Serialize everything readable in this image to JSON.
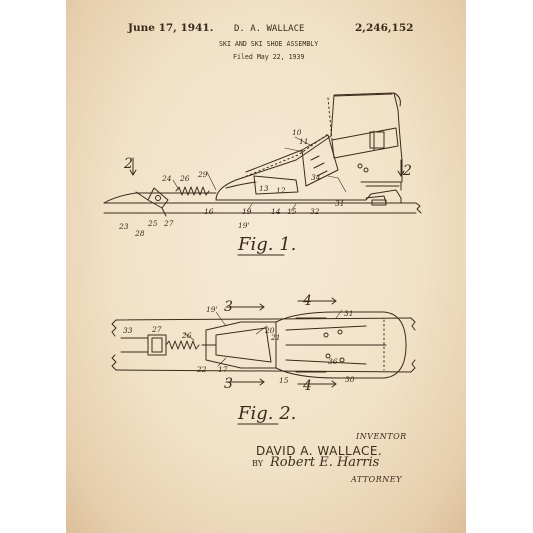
{
  "header": {
    "date": "June 17, 1941.",
    "inventor_short": "D. A. WALLACE",
    "patent_number": "2,246,152",
    "title": "SKI AND SKI SHOE ASSEMBLY",
    "filed": "Filed May 22, 1939"
  },
  "figures": {
    "fig1_label": "Fig. 1.",
    "fig2_label": "Fig. 2."
  },
  "section_marks": {
    "fig1_left": "2",
    "fig1_right": "2",
    "fig2_a": "3",
    "fig2_b": "4"
  },
  "reference_numerals": {
    "fig1": [
      "10",
      "11",
      "12",
      "13",
      "34",
      "29",
      "24",
      "26",
      "16",
      "19",
      "14",
      "15",
      "32",
      "31",
      "23",
      "25",
      "27",
      "28",
      "19'"
    ],
    "fig2": [
      "19'",
      "20",
      "21",
      "31",
      "33",
      "26",
      "27",
      "22",
      "17",
      "15",
      "30",
      "36"
    ]
  },
  "signature": {
    "inventor_caption": "INVENTOR",
    "inventor_name": "DAVID A. WALLACE.",
    "by": "BY",
    "attorney_signature": "Robert E. Harris",
    "attorney_caption": "ATTORNEY"
  },
  "colors": {
    "paper": "#f1e1c6",
    "ink": "#3b2a1c"
  }
}
